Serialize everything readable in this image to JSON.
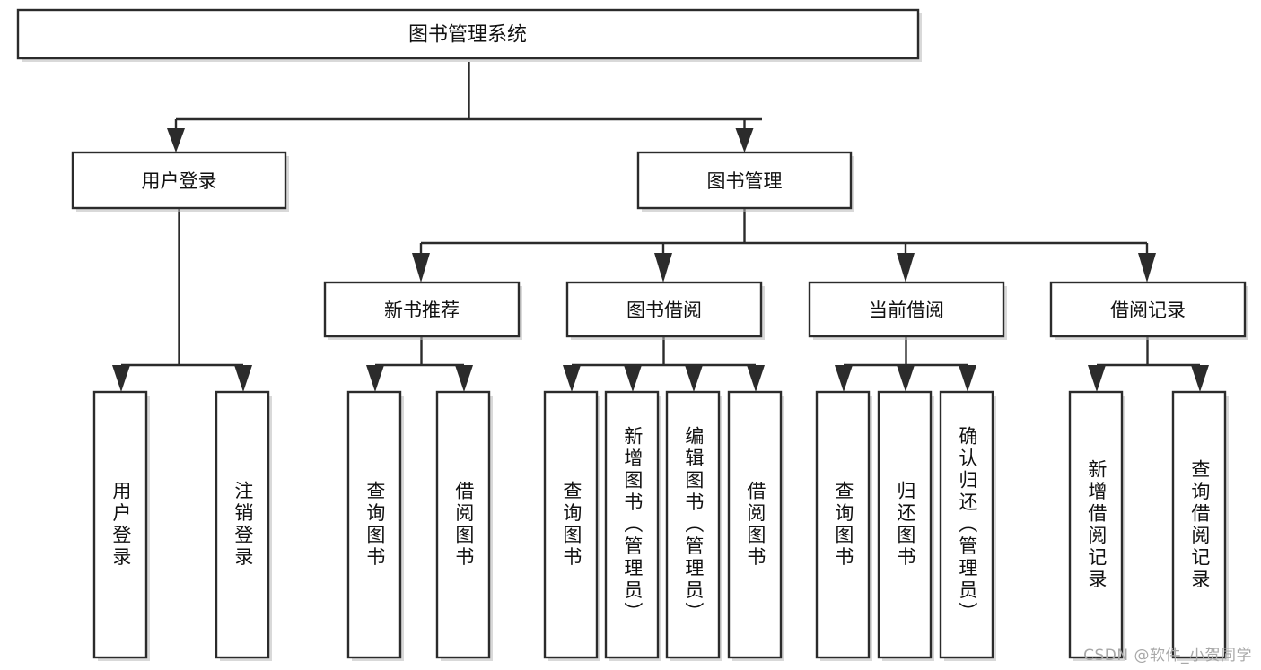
{
  "diagram": {
    "title": "图书管理系统",
    "type": "tree-hierarchy",
    "watermark": "CSDN @软件_小贺同学",
    "colors": {
      "stroke": "#2b2b2b",
      "fill": "#ffffff",
      "shadow": "#b9b9b9",
      "text": "#111111",
      "watermark": "#a8a8a8"
    },
    "root": {
      "label": "图书管理系统"
    },
    "level2": [
      {
        "label": "用户登录"
      },
      {
        "label": "图书管理"
      }
    ],
    "level3": [
      {
        "label": "新书推荐"
      },
      {
        "label": "图书借阅"
      },
      {
        "label": "当前借阅"
      },
      {
        "label": "借阅记录"
      }
    ],
    "leaves": {
      "user_login": [
        {
          "label": "用户登录"
        },
        {
          "label": "注销登录"
        }
      ],
      "new_book_recommend": [
        {
          "label": "查询图书"
        },
        {
          "label": "借阅图书"
        }
      ],
      "book_borrow": [
        {
          "label": "查询图书"
        },
        {
          "label": "新增图书（管理员）"
        },
        {
          "label": "编辑图书（管理员）"
        },
        {
          "label": "借阅图书"
        }
      ],
      "current_borrow": [
        {
          "label": "查询图书"
        },
        {
          "label": "归还图书"
        },
        {
          "label": "确认归还（管理员）"
        }
      ],
      "borrow_record": [
        {
          "label": "新增借阅记录"
        },
        {
          "label": "查询借阅记录"
        }
      ]
    }
  }
}
